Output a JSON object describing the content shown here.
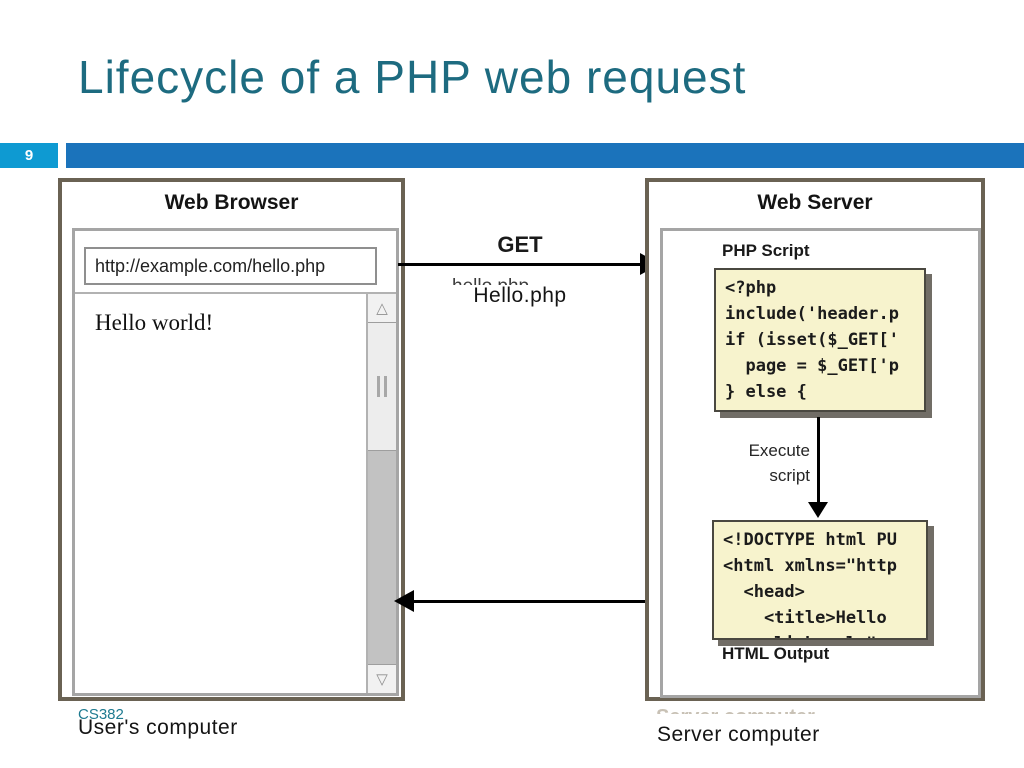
{
  "slide": {
    "title": "Lifecycle of a PHP web request",
    "slide_number": "9",
    "course_code": "CS382",
    "user_computer_label": "User's computer",
    "server_computer_label": "Server computer"
  },
  "browser": {
    "title": "Web Browser",
    "url": "http://example.com/hello.php",
    "page_content": "Hello world!"
  },
  "server": {
    "title": "Web Server",
    "php_script_label": "PHP Script",
    "php_code_lines": [
      "<?php",
      "include('header.p",
      "if (isset($_GET['",
      "  page = $_GET['p",
      "} else {"
    ],
    "execute_line1": "Execute",
    "execute_line2": "script",
    "html_output_label": "HTML Output",
    "html_code_lines": [
      "<!DOCTYPE html PU",
      "<html xmlns=\"http",
      "  <head>",
      "    <title>Hello",
      "    <link rel=\""
    ]
  },
  "arrows": {
    "get_label": "GET",
    "get_file_label": "Hello.php",
    "get_remnant": "hello.php"
  },
  "icons": {
    "scroll_up": "△",
    "scroll_down": "▽"
  },
  "colors": {
    "title_teal": "#1d6b80",
    "badge_blue": "#0e9ad2",
    "bar_blue": "#1b73bb",
    "box_border_brown": "#6a6253",
    "inner_border_gray": "#a5a5a5",
    "code_box_yellow": "#f7f3cd",
    "code_box_shadow": "#716d66",
    "course_teal": "#1e7a90"
  }
}
